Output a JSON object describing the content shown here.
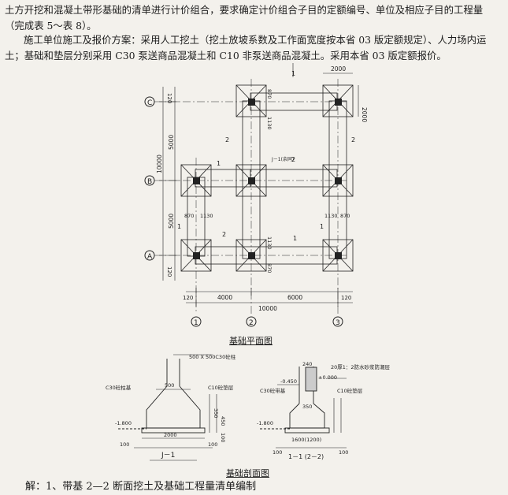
{
  "text": {
    "intro": "土方开挖和混凝土带形基础的清单进行计价组合，要求确定计价组合子目的定额编号、单位及相应子目的工程量（完成表 5～表 8）。",
    "plan": "施工单位施工及报价方案：采用人工挖土（挖土放坡系数及工作面宽度按本省 03 版定额规定）、人力场内运土；基础和垫层分别采用 C30 泵送商品混凝土和 C10 非泵送商品混凝土。采用本省 03 版定额报价。",
    "solution": "解：1、带基 2—2 断面挖土及基础工程量清单编制"
  },
  "plan_drawing": {
    "caption": "基础平面图",
    "axis_rows": [
      "C",
      "B",
      "A"
    ],
    "axis_cols": [
      "1",
      "2",
      "3"
    ],
    "dims": {
      "top": "2000",
      "right_top": "2000",
      "left_total": "10000",
      "left_upper": "5000",
      "left_lower": "5000",
      "edge_120": "120",
      "bottom_left": "4000",
      "bottom_right": "6000",
      "bottom_total": "10000",
      "d870": "870",
      "d1130": "1130"
    },
    "labels": {
      "s1": "1",
      "s2": "2",
      "j1": "J－1(余同)"
    }
  },
  "section_drawing": {
    "caption": "基础剖面图",
    "j1": {
      "title": "J－1",
      "column": "500 X 500C30砼柱",
      "base": "C30砼柱基",
      "cushion": "C10砼垫层",
      "level": "-1.800",
      "d500": "500",
      "d2000": "2000",
      "d100": "100",
      "d350": "350",
      "d450": "450"
    },
    "s11": {
      "title": "1－1 (2－2)",
      "wall_w": "240",
      "waterproof": "20厚1：2防水砂浆防潮层",
      "level_top": "±0.000",
      "level_mid": "-0.450",
      "base": "C30砼带基",
      "cushion": "C10砼垫层",
      "level_bot": "-1.800",
      "d350": "350",
      "d1600": "1600(1200)",
      "d100": "100"
    }
  }
}
